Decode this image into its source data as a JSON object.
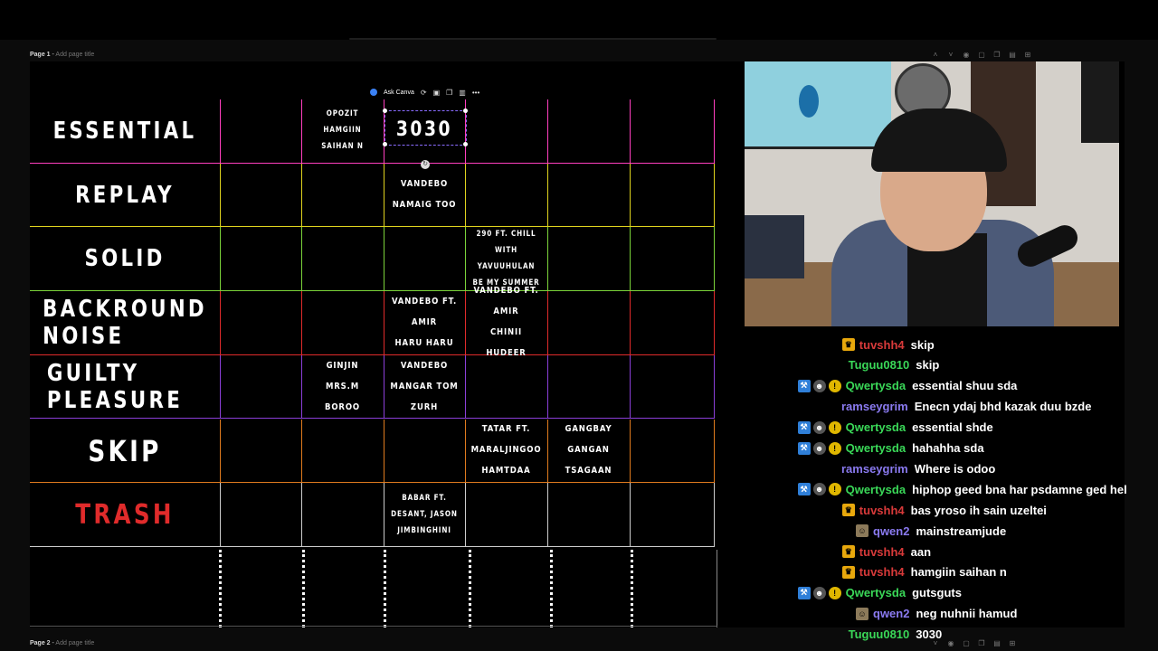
{
  "pages": {
    "page1_label": "Page 1",
    "page1_add": "Add page title",
    "page2_label": "Page 2",
    "page2_add": "Add page title"
  },
  "toolbar": {
    "ask_label": "Ask Canva"
  },
  "tiers": [
    {
      "label": "ESSENTIAL",
      "color": "#ff3fbf"
    },
    {
      "label": "REPLAY",
      "color": "#e0d31e"
    },
    {
      "label": "SOLID",
      "color": "#7bd33a"
    },
    {
      "label": "BACKROUND NOISE",
      "color": "#e02b2b"
    },
    {
      "label": "GUILTY PLEASURE",
      "color": "#8b3fd8"
    },
    {
      "label": "SKIP",
      "color": "#e07b1e"
    },
    {
      "label": "TRASH",
      "color": "#cccccc"
    }
  ],
  "entries": {
    "essential_c2": "OPOZIT\nHAMGIIN\nSAIHAN N",
    "essential_c3": "3030",
    "replay_c3": "VANDEBO\nNAMAIG TOO",
    "solid_c4": "290 FT. CHILL\nWITH YAVUUHULAN\nBE MY SUMMER",
    "noise_c3": "VANDEBO FT.\nAMIR\nHARU HARU",
    "noise_c4": "VANDEBO FT.\nAMIR\nCHINII HUDEER",
    "guilty_c2": "GINJIN\nMRS.M BOROO",
    "guilty_c3": "VANDEBO\nMANGAR TOM\nZURH",
    "skip_c4": "TATAR FT.\nMARALJINGOO\nHAMTDAA",
    "skip_c5": "GANGBAY\nGANGAN\nTSAGAAN",
    "trash_c3": "BABAR FT.\nDESANT, JASON\nJIMBINGHINI"
  },
  "chat": [
    {
      "user": "tuvshh4",
      "color": "#d83a3a",
      "badges": [
        "crown"
      ],
      "msg": "skip"
    },
    {
      "user": "Tuguu0810",
      "color": "#3ad858",
      "badges": [],
      "msg": "skip"
    },
    {
      "user": "Qwertysda",
      "color": "#3ad858",
      "badges": [
        "blue",
        "grey",
        "gold"
      ],
      "msg": "essential shuu sda"
    },
    {
      "user": "ramseygrim",
      "color": "#8a7af0",
      "badges": [],
      "msg": "Enecn ydaj bhd kazak duu bzde"
    },
    {
      "user": "Qwertysda",
      "color": "#3ad858",
      "badges": [
        "blue",
        "grey",
        "gold"
      ],
      "msg": "essential shde"
    },
    {
      "user": "Qwertysda",
      "color": "#3ad858",
      "badges": [
        "blue",
        "grey",
        "gold"
      ],
      "msg": "hahahha sda"
    },
    {
      "user": "ramseygrim",
      "color": "#8a7af0",
      "badges": [],
      "msg": "Where is odoo"
    },
    {
      "user": "Qwertysda",
      "color": "#3ad858",
      "badges": [
        "blue",
        "grey",
        "gold"
      ],
      "msg": "hiphop geed bna har psdamne ged hel"
    },
    {
      "user": "tuvshh4",
      "color": "#d83a3a",
      "badges": [
        "crown"
      ],
      "msg": "bas yroso ih sain uzeltei"
    },
    {
      "user": "qwen2",
      "color": "#8a7af0",
      "badges": [
        "avatar"
      ],
      "msg": "mainstreamjude"
    },
    {
      "user": "tuvshh4",
      "color": "#d83a3a",
      "badges": [
        "crown"
      ],
      "msg": "aan"
    },
    {
      "user": "tuvshh4",
      "color": "#d83a3a",
      "badges": [
        "crown"
      ],
      "msg": "hamgiin saihan n"
    },
    {
      "user": "Qwertysda",
      "color": "#3ad858",
      "badges": [
        "blue",
        "grey",
        "gold"
      ],
      "msg": "gutsguts"
    },
    {
      "user": "qwen2",
      "color": "#8a7af0",
      "badges": [
        "avatar"
      ],
      "msg": "neg nuhnii hamud"
    },
    {
      "user": "Tuguu0810",
      "color": "#3ad858",
      "badges": [],
      "msg": "3030"
    }
  ]
}
